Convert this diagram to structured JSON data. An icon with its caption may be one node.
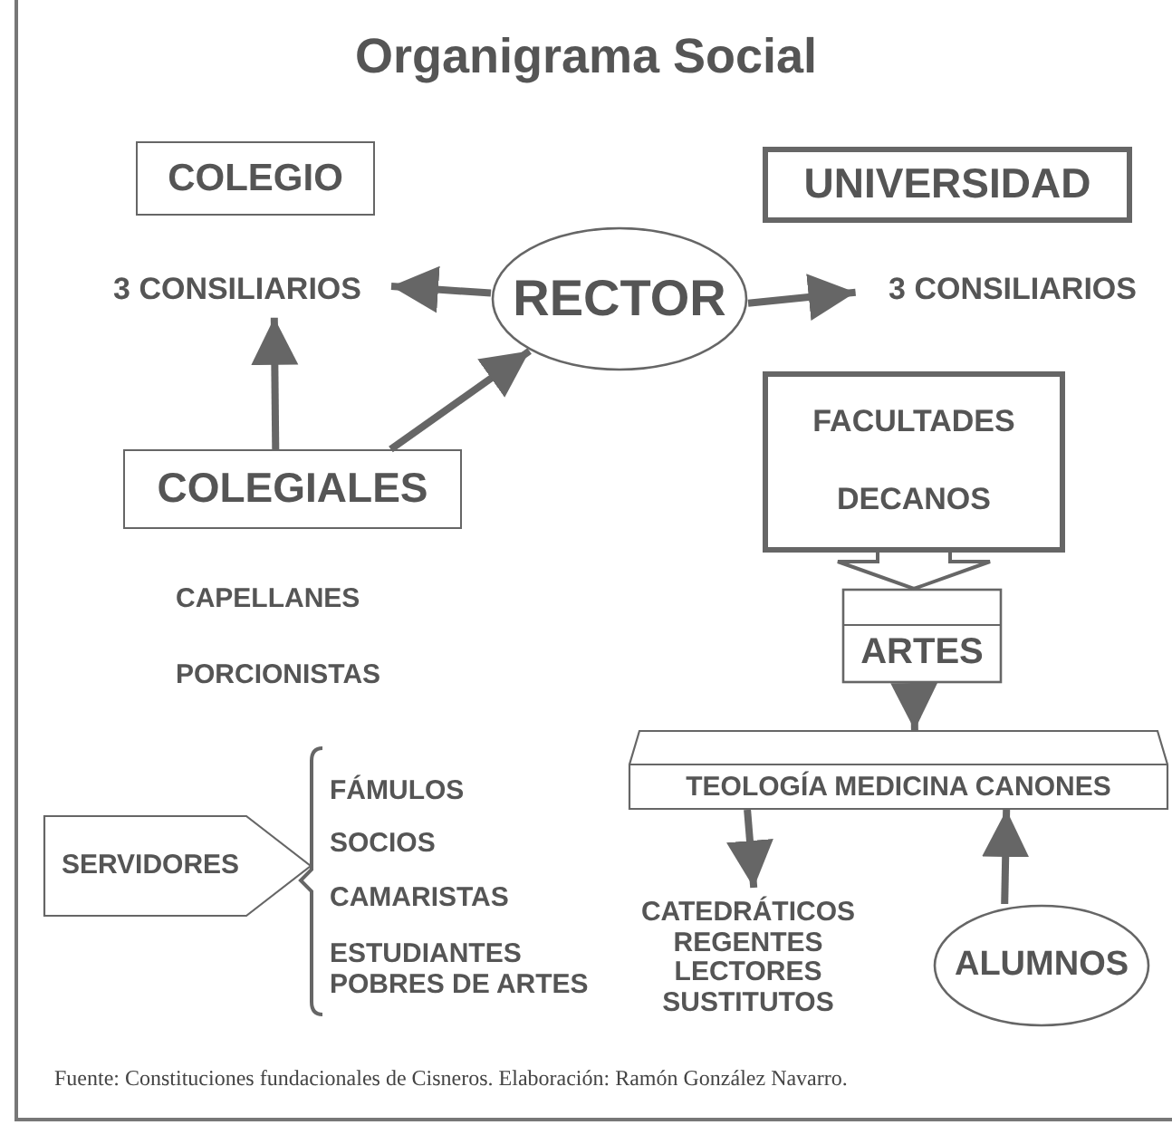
{
  "diagram": {
    "title": "Organigrama Social",
    "caption": "Fuente: Constituciones fundacionales de  Cisneros. Elaboración: Ramón González Navarro.",
    "nodes": [
      {
        "text": [
          "COLEGIO"
        ]
      },
      {
        "text": [
          "UNIVERSIDAD"
        ]
      },
      {
        "text": [
          "3 CONSILIARIOS"
        ]
      },
      {
        "text": [
          "RECTOR"
        ]
      },
      {
        "text": [
          "3 CONSILIARIOS"
        ]
      },
      {
        "text": [
          "FACULTADES",
          "DECANOS"
        ]
      },
      {
        "text": [
          "COLEGIALES"
        ]
      },
      {
        "text": [
          "ARTES"
        ]
      },
      {
        "text": [
          "TEOLOGÍA MEDICINA CANONES"
        ]
      },
      {
        "text": [
          "SERVIDORES"
        ]
      },
      {
        "text": [
          "CATEDRÁTICOS",
          "REGENTES",
          "LECTORES",
          "SUSTITUTOS"
        ]
      },
      {
        "text": [
          "ALUMNOS"
        ]
      }
    ],
    "edges": [
      {
        "from": 3,
        "to": 2,
        "arrow": "to"
      },
      {
        "from": 3,
        "to": 4,
        "arrow": "to"
      },
      {
        "from": 6,
        "to": 2,
        "arrow": "to"
      },
      {
        "from": 6,
        "to": 3,
        "arrow": "to"
      },
      {
        "from": 5,
        "to": 7,
        "arrow": "to",
        "style": "thick"
      },
      {
        "from": 7,
        "to": 8,
        "arrow": "to"
      },
      {
        "from": 8,
        "to": 10,
        "arrow": "to"
      },
      {
        "from": 11,
        "to": 8,
        "arrow": "to"
      }
    ],
    "labels": [
      "CAPELLANES",
      "PORCIONISTAS",
      "FÁMULOS",
      "SOCIOS",
      "CAMARISTAS",
      "ESTUDIANTES POBRES DE ARTES"
    ]
  }
}
